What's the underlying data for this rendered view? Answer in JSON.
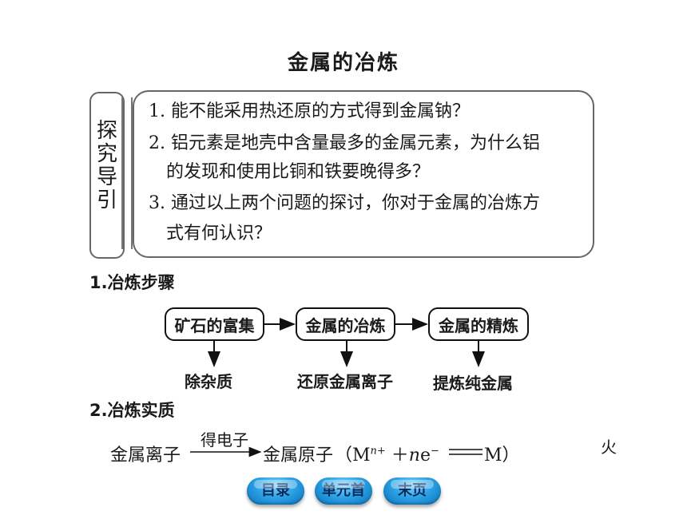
{
  "page": {
    "title": "金属的冶炼"
  },
  "guide": {
    "tab_chars": [
      "探",
      "究",
      "导",
      "引"
    ],
    "questions": [
      {
        "lines": [
          "1. 能不能采用热还原的方式得到金属钠？"
        ]
      },
      {
        "lines": [
          "2. 铝元素是地壳中含量最多的金属元素，为什么铝",
          "的发现和使用比铜和铁要晚得多？"
        ]
      },
      {
        "lines": [
          "3. 通过以上两个问题的探讨，你对于金属的冶炼方",
          "式有何认识？"
        ]
      }
    ]
  },
  "section1": {
    "heading": "1.冶炼步骤",
    "steps": [
      "矿石的富集",
      "金属的冶炼",
      "金属的精炼"
    ],
    "outcomes": [
      "除杂质",
      "还原金属离子",
      "提炼纯金属"
    ]
  },
  "section2": {
    "heading": "2.冶炼实质",
    "left": "金属离子",
    "arrow_label": "得电子",
    "right": "金属原子",
    "formula": {
      "open": "（M",
      "sup1": "n+",
      "plus": " ＋",
      "n": "n",
      "e": "e",
      "sup2": "−",
      "result": "M）"
    },
    "stray_char": "火"
  },
  "nav": {
    "toc": "目录",
    "unit_first": "单元首",
    "last": "末页"
  }
}
